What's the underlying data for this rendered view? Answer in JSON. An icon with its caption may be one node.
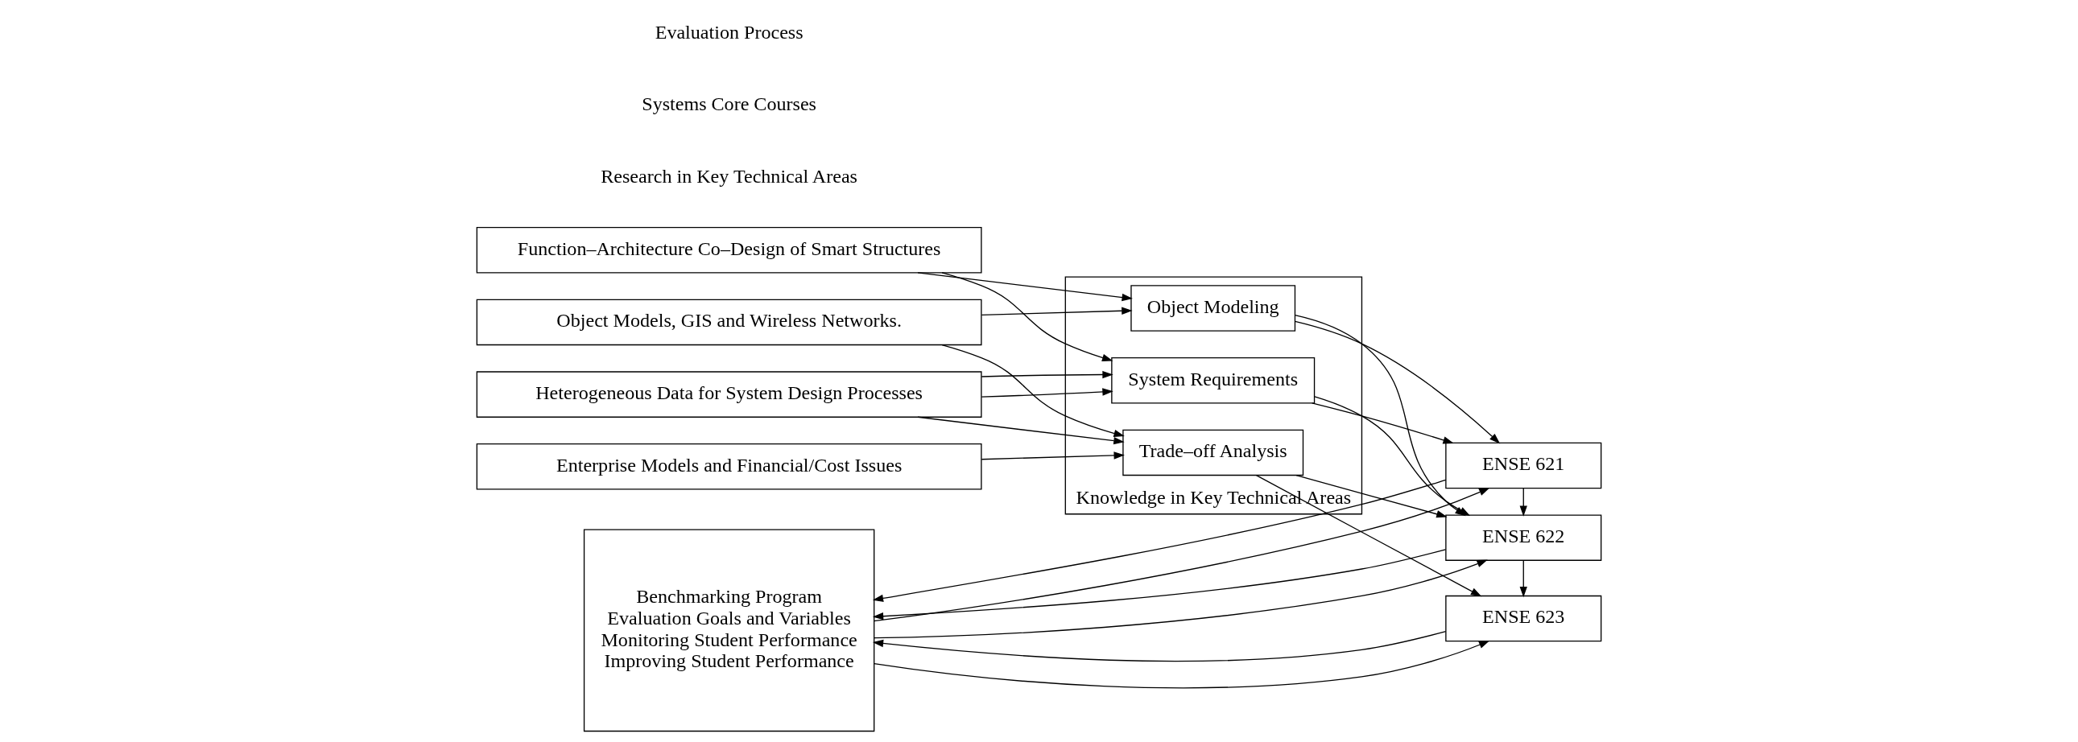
{
  "diagram": {
    "nodes": [
      {
        "text": [
          "Function–Architecture Co–Design of Smart Structures"
        ]
      },
      {
        "text": [
          "Object Models, GIS and Wireless Networks."
        ]
      },
      {
        "text": [
          "Heterogeneous Data for System Design Processes"
        ]
      },
      {
        "text": [
          "Enterprise Models and Financial/Cost Issues"
        ]
      },
      {
        "text": [
          "Knowledge in Key Technical Areas"
        ]
      },
      {
        "text": [
          "Object Modeling"
        ],
        "in": 4
      },
      {
        "text": [
          "System Requirements"
        ],
        "in": 4
      },
      {
        "text": [
          "Trade–off Analysis"
        ],
        "in": 4
      },
      {
        "text": [
          "ENSE 621"
        ]
      },
      {
        "text": [
          "ENSE 622"
        ]
      },
      {
        "text": [
          "ENSE 623"
        ]
      },
      {
        "text": [
          "Benchmarking Program",
          "Evaluation Goals and Variables",
          "Monitoring Student Performance",
          "Improving Student Performance"
        ]
      }
    ],
    "edges": [
      {
        "from": 0,
        "to": 5,
        "arrow": "to"
      },
      {
        "from": 0,
        "to": 6,
        "arrow": "to"
      },
      {
        "from": 1,
        "to": 5,
        "arrow": "to"
      },
      {
        "from": 1,
        "to": 7,
        "arrow": "to"
      },
      {
        "from": 2,
        "to": 6,
        "arrow": "to"
      },
      {
        "from": 2,
        "to": 6,
        "arrow": "to"
      },
      {
        "from": 2,
        "to": 7,
        "arrow": "to"
      },
      {
        "from": 3,
        "to": 7,
        "arrow": "to"
      },
      {
        "from": 5,
        "to": 8,
        "arrow": "to"
      },
      {
        "from": 5,
        "to": 9,
        "arrow": "to"
      },
      {
        "from": 6,
        "to": 8,
        "arrow": "to"
      },
      {
        "from": 6,
        "to": 9,
        "arrow": "to"
      },
      {
        "from": 7,
        "to": 9,
        "arrow": "to"
      },
      {
        "from": 7,
        "to": 10,
        "arrow": "to"
      },
      {
        "from": 8,
        "to": 9,
        "arrow": "to"
      },
      {
        "from": 9,
        "to": 10,
        "arrow": "to"
      },
      {
        "from": 8,
        "to": 11,
        "arrow": "to"
      },
      {
        "from": 11,
        "to": 8,
        "arrow": "to"
      },
      {
        "from": 9,
        "to": 11,
        "arrow": "to"
      },
      {
        "from": 11,
        "to": 9,
        "arrow": "to"
      },
      {
        "from": 10,
        "to": 11,
        "arrow": "to"
      },
      {
        "from": 11,
        "to": 10,
        "arrow": "to"
      }
    ],
    "labels": [
      "Research in Key Technical Areas",
      "Systems Core Courses",
      "Evaluation Process"
    ]
  }
}
